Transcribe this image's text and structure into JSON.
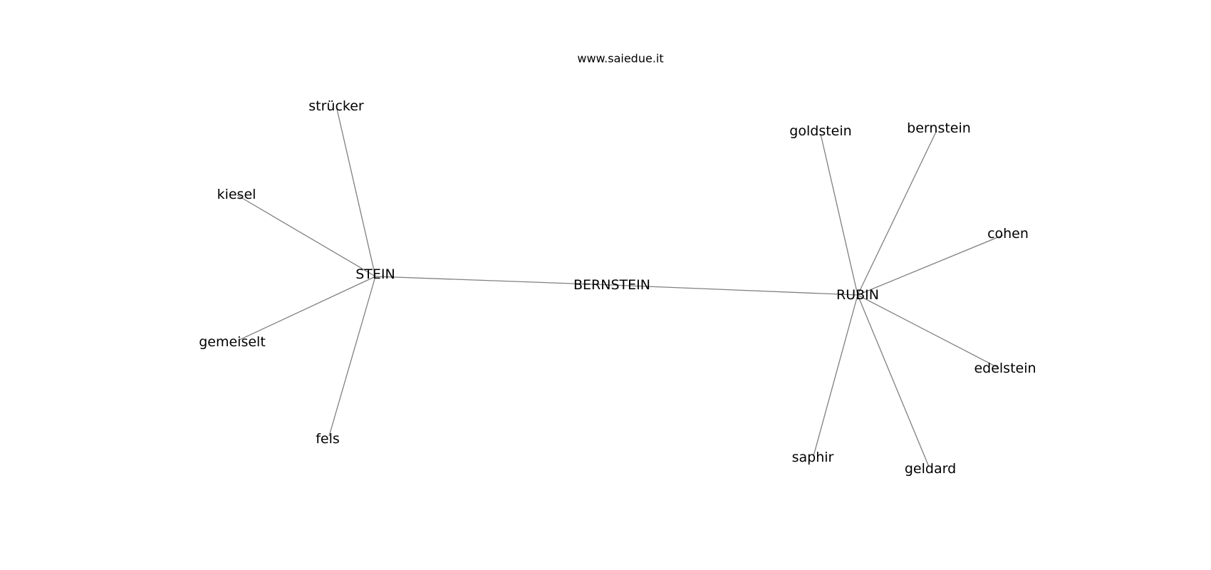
{
  "header": {
    "site": "www.saiedue.it"
  },
  "graph": {
    "nodes": [
      {
        "id": "BERNSTEIN",
        "label": "BERNSTEIN"
      },
      {
        "id": "STEIN",
        "label": "STEIN"
      },
      {
        "id": "RUBIN",
        "label": "RUBIN"
      },
      {
        "id": "strucker",
        "label": "strücker"
      },
      {
        "id": "kiesel",
        "label": "kiesel"
      },
      {
        "id": "gemeiselt",
        "label": "gemeiselt"
      },
      {
        "id": "fels",
        "label": "fels"
      },
      {
        "id": "goldstein",
        "label": "goldstein"
      },
      {
        "id": "bernstein",
        "label": "bernstein"
      },
      {
        "id": "cohen",
        "label": "cohen"
      },
      {
        "id": "edelstein",
        "label": "edelstein"
      },
      {
        "id": "geldard",
        "label": "geldard"
      },
      {
        "id": "saphir",
        "label": "saphir"
      }
    ],
    "edges": [
      {
        "from": "BERNSTEIN",
        "to": "STEIN"
      },
      {
        "from": "BERNSTEIN",
        "to": "RUBIN"
      },
      {
        "from": "STEIN",
        "to": "strucker"
      },
      {
        "from": "STEIN",
        "to": "kiesel"
      },
      {
        "from": "STEIN",
        "to": "gemeiselt"
      },
      {
        "from": "STEIN",
        "to": "fels"
      },
      {
        "from": "RUBIN",
        "to": "goldstein"
      },
      {
        "from": "RUBIN",
        "to": "bernstein"
      },
      {
        "from": "RUBIN",
        "to": "cohen"
      },
      {
        "from": "RUBIN",
        "to": "edelstein"
      },
      {
        "from": "RUBIN",
        "to": "geldard"
      },
      {
        "from": "RUBIN",
        "to": "saphir"
      }
    ],
    "colors": {
      "edge": "#808080",
      "text": "#000000",
      "background": "#ffffff"
    }
  }
}
